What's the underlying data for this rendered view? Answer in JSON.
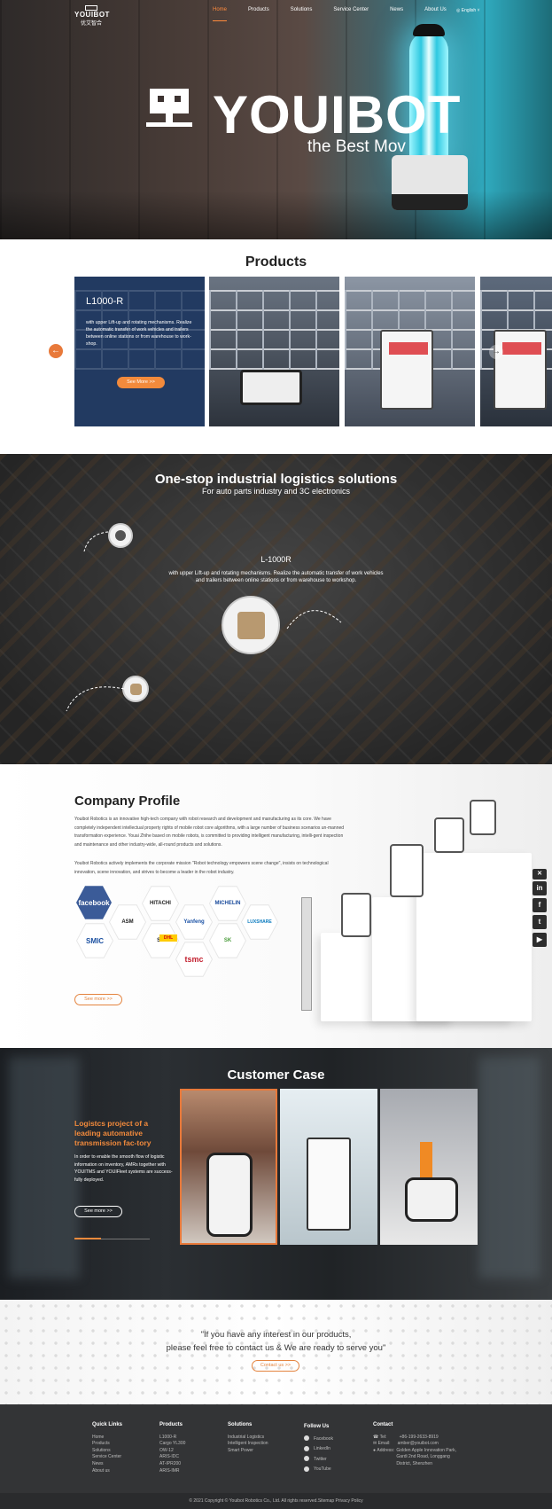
{
  "header": {
    "logo_en": "YOUIBOT",
    "logo_cn": "优艾智合",
    "nav": [
      {
        "label": "Home",
        "active": true
      },
      {
        "label": "Products"
      },
      {
        "label": "Solutions"
      },
      {
        "label": "Service Center"
      },
      {
        "label": "News"
      },
      {
        "label": "About Us"
      }
    ],
    "language": "English"
  },
  "hero": {
    "brand": "YOUIBOT",
    "slogan": "the Best Mov"
  },
  "products": {
    "title": "Products",
    "featured": {
      "name": "L1000-R",
      "desc": "with upper Lift-up and rotating mechanisms. Realize the automatic transfer of work vehicles and trailers between online stations or from warehouse to work-shop.",
      "button": "See More  >>"
    }
  },
  "logistics": {
    "title": "One-stop industrial logistics solutions",
    "subtitle": "For auto parts industry and 3C electronics",
    "product": "L-1000R",
    "desc1": "with upper Lift-up and rotating mechanisms. Realize the automatic transfer of work vehicles",
    "desc2": "and trailers between online stations or from warehouse to workshop."
  },
  "profile": {
    "title": "Company Profile",
    "p1": "Youibot Robotics is an innovative high-tech company with robot research and development and manufacturing as its core. We have completely independent intellectual property rights of mobile robot core algorithms, with a large number of business scenarios un-manned transformation experience. Youai Zhihe based on mobile robots, is committed to providing intelligent manufacturing, intelli-gent inspection and maintenance and other industry-wide, all-round products and solutions.",
    "p2": "Youibot Robotics actively implements the corporate mission \"Robot technology empowers scene change\", insists on technological innovation, scene innovation, and strives to become a leader in the robot industry.",
    "button": "See more  >>",
    "partners": [
      "facebook",
      "HITACHI",
      "MICHELIN",
      "ASM",
      "Yanfeng",
      "LUXSHARE",
      "SMIC",
      "SF",
      "DHL",
      "tsmc",
      "SK"
    ]
  },
  "case": {
    "title": "Customer Case",
    "headline": "Logistcs project of a leading automative transmission fac-tory",
    "desc": "In order to enable the smooth flow of logistic information on inventory, AMRs together with YOUITMS and YOUIFleet systems are success-fully deployed.",
    "button": "See more  >>"
  },
  "contact": {
    "line1": "\"If you have any interest in our products,",
    "line2": "please feel free to contact us & We are ready to serve you\"",
    "button": "Contact us  >>"
  },
  "footer": {
    "quick_links": {
      "title": "Quick Links",
      "items": [
        "Home",
        "Products",
        "Solutions",
        "Service Center",
        "News",
        "About us"
      ]
    },
    "products": {
      "title": "Products",
      "items": [
        "L1000-R",
        "Cargo YL300",
        "OW-12",
        "ARIS-IDC",
        "AT-IPR200",
        "ARIS-IMR"
      ]
    },
    "solutions": {
      "title": "Solutions",
      "items": [
        "Industrial Logistics",
        "Intelligent Inspection",
        "Smart Power"
      ]
    },
    "follow": {
      "title": "Follow Us",
      "items": [
        "Facebook",
        "LinkedIn",
        "Twitter",
        "YouTube"
      ]
    },
    "contact": {
      "title": "Contact",
      "tel_label": "Tel:",
      "tel": "+86-199-2633-8919",
      "email_label": "Email:",
      "email": "amber@youibot.com",
      "address_label": "Address:",
      "address": "Golden Apple Innovation Park, Gardi 2nd Road, Longgang District, Shenzhen"
    },
    "copyright": "© 2021 Copyright © Youibot Robotics Co., Ltd. All rights reserved.Sitemap Privacy Policy"
  },
  "colors": {
    "accent": "#f28a3c",
    "dark": "#333436"
  }
}
